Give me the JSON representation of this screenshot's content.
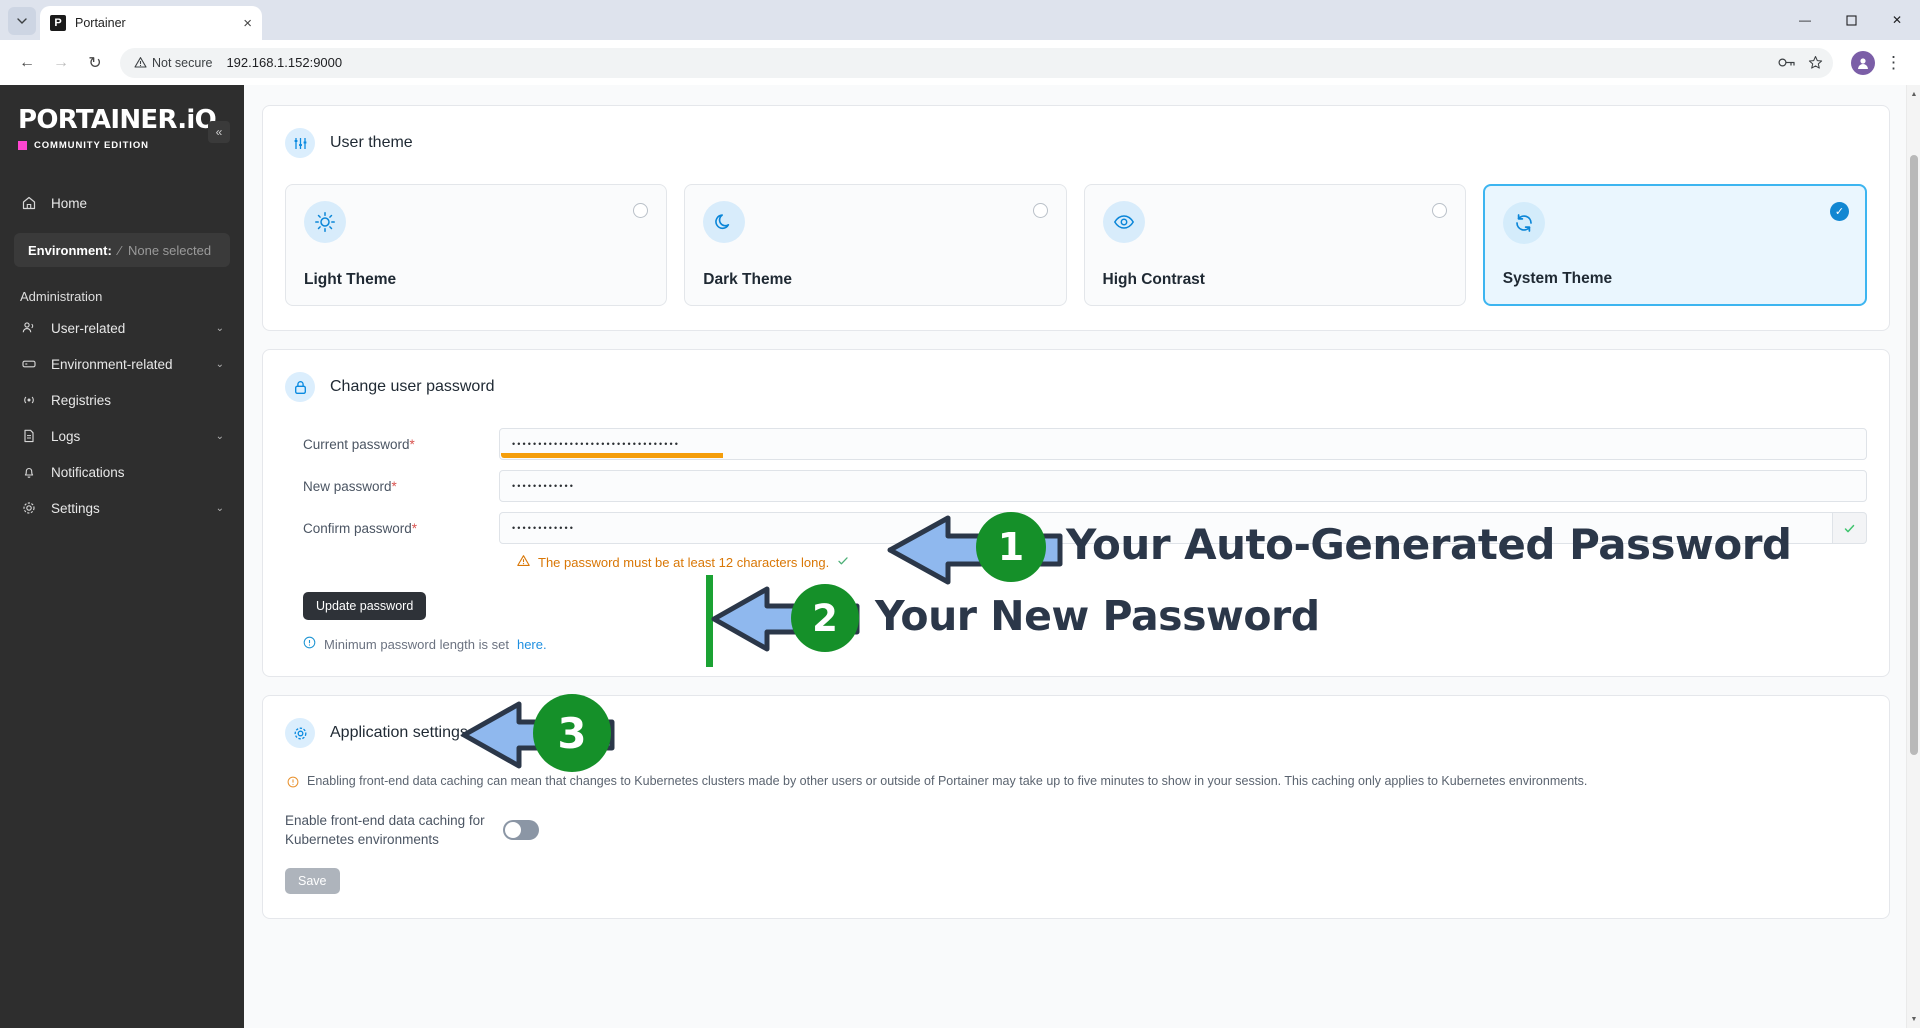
{
  "browser": {
    "tab_title": "Portainer",
    "tab_favicon": "P",
    "tab_close_icon": "×",
    "tab_list_icon": "⌄",
    "back_icon": "←",
    "forward_icon": "→",
    "reload_icon": "↻",
    "warning_icon": "⚠",
    "security_label": "Not secure",
    "url": "192.168.1.152:9000",
    "password_key_icon": "⚿",
    "bookmark_icon": "☆",
    "profile_initial": "●",
    "menu_icon": "⋮",
    "minimize_icon": "—",
    "maximize_icon": "☐",
    "close_icon": "✕"
  },
  "sidebar": {
    "brand": "PORTAINER.iO",
    "edition": "COMMUNITY EDITION",
    "collapse_icon": "«",
    "home": {
      "label": "Home",
      "icon": "⌂"
    },
    "environment": {
      "label": "Environment:",
      "separator": "⁄",
      "value": "None selected"
    },
    "section_title": "Administration",
    "items": [
      {
        "label": "User-related",
        "icon": "\u0000user",
        "chevron": "⌄",
        "expandable": true
      },
      {
        "label": "Environment-related",
        "icon": "\u0000server",
        "chevron": "⌄",
        "expandable": true
      },
      {
        "label": "Registries",
        "icon": "\u0000radio",
        "chevron": "",
        "expandable": false
      },
      {
        "label": "Logs",
        "icon": "\u0000file",
        "chevron": "⌄",
        "expandable": true
      },
      {
        "label": "Notifications",
        "icon": "\u0000bell",
        "chevron": "",
        "expandable": false
      },
      {
        "label": "Settings",
        "icon": "\u0000gear",
        "chevron": "⌄",
        "expandable": true
      }
    ]
  },
  "user_theme": {
    "title": "User theme",
    "cards": [
      {
        "name": "Light Theme",
        "selected": false
      },
      {
        "name": "Dark Theme",
        "selected": false
      },
      {
        "name": "High Contrast",
        "selected": false
      },
      {
        "name": "System Theme",
        "selected": true
      }
    ],
    "check_icon": "✓"
  },
  "change_password": {
    "title": "Change user password",
    "fields": [
      {
        "label": "Current password",
        "required_mark": "*",
        "value": "••••••••••••••••••••••••••••••••",
        "has_strength_bar": true,
        "has_suffix_ok": false
      },
      {
        "label": "New password",
        "required_mark": "*",
        "value": "••••••••••••",
        "has_strength_bar": false,
        "has_suffix_ok": false
      },
      {
        "label": "Confirm password",
        "required_mark": "*",
        "value": "••••••••••••",
        "has_strength_bar": false,
        "has_suffix_ok": true
      }
    ],
    "validation_icon": "⚠",
    "validation_text": "The password must be at least 12 characters long.",
    "validation_ok_icon": "✓",
    "update_button": "Update password",
    "min_note_icon": "ⓘ",
    "min_note_text": "Minimum password length is set",
    "min_note_link": "here."
  },
  "application_settings": {
    "title": "Application settings",
    "warning_icon": "ⓘ",
    "warning_text": "Enabling front-end data caching can mean that changes to Kubernetes clusters made by other users or outside of Portainer may take up to five minutes to show in your session. This caching only applies to Kubernetes environments.",
    "toggle_label": "Enable front-end data caching for Kubernetes environments",
    "toggle_on": false,
    "save_button": "Save"
  },
  "annotations": [
    {
      "number": "1",
      "text": "Your Auto-Generated Password"
    },
    {
      "number": "2",
      "text": "Your New Password"
    },
    {
      "number": "3",
      "text": ""
    }
  ],
  "colors": {
    "accent_blue": "#1287d2",
    "brand_pink": "#ff45d0",
    "annotation_green": "#159029",
    "annotation_arrow": "#8fb8ee",
    "annotation_text": "#2b3749",
    "strength_orange": "#f59e0b",
    "sidebar_bg": "#2e2e2e"
  }
}
